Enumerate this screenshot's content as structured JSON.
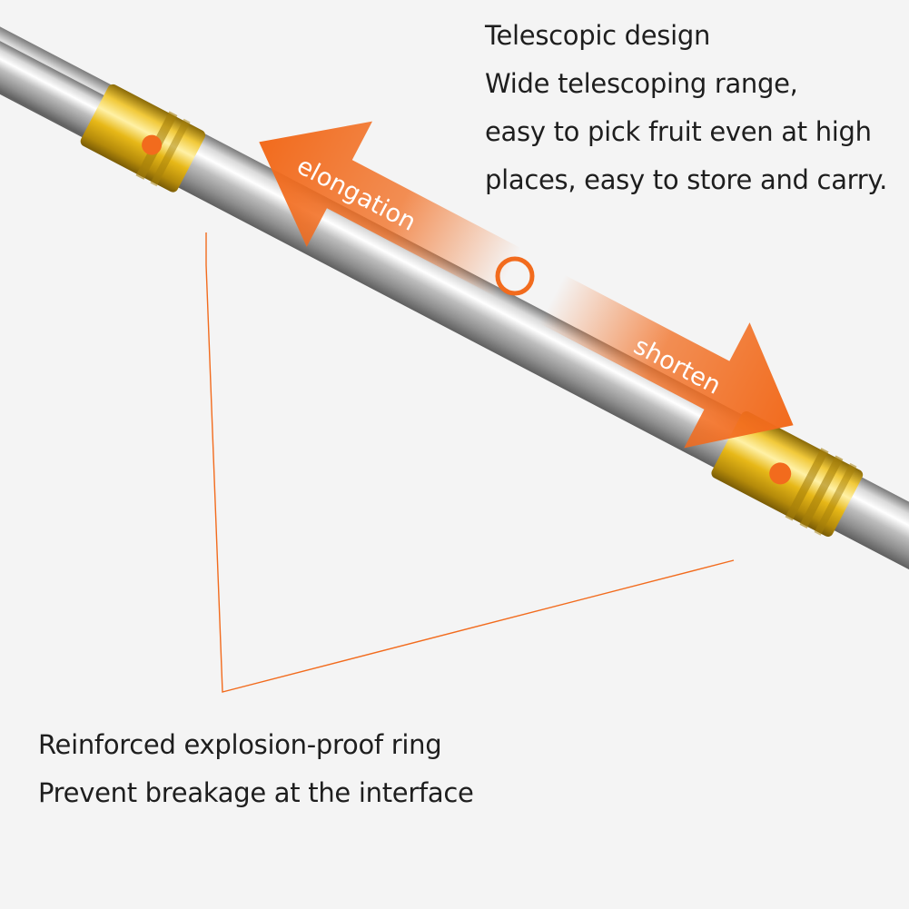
{
  "features": {
    "telescopic": {
      "lines": [
        "Telescopic design",
        "Wide telescoping range,",
        "easy to pick fruit even at high",
        "places, easy to store and carry."
      ]
    },
    "ring": {
      "lines": [
        "Reinforced explosion-proof ring",
        "Prevent breakage at the interface"
      ]
    }
  },
  "arrows": {
    "elongation_label": "elongation",
    "shorten_label": "shorten"
  },
  "colors": {
    "accent": "#f26b1d",
    "gold": "#e3b316",
    "steel": "#c9c9c9",
    "text": "#1e1e1e",
    "background": "#f4f4f4"
  }
}
